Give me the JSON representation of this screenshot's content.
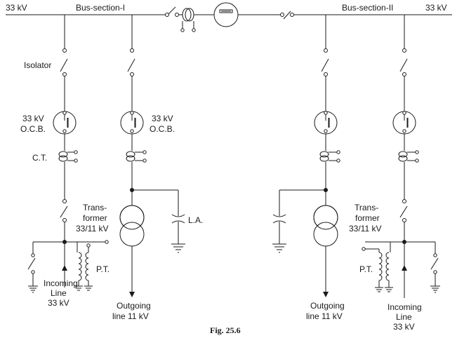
{
  "labels": {
    "bus_voltage_left": "33 kV",
    "bus_voltage_right": "33 kV",
    "bus_section_1": "Bus-section-I",
    "bus_section_2": "Bus-section-II",
    "isolator": "Isolator",
    "ocb_left_line1": "33 kV",
    "ocb_left_line2": "O.C.B.",
    "ocb_center_line1": "33 kV",
    "ocb_center_line2": "O.C.B.",
    "ct": "C.T.",
    "transformer_left_line1": "Trans-",
    "transformer_left_line2": "former",
    "transformer_left_line3": "33/11 kV",
    "transformer_right_line1": "Trans-",
    "transformer_right_line2": "former",
    "transformer_right_line3": "33/11 kV",
    "la": "L.A.",
    "pt_left": "P.T.",
    "pt_right": "P.T.",
    "incoming_left_line1": "Incoming",
    "incoming_left_line2": "Line",
    "incoming_left_line3": "33 kV",
    "incoming_right_line1": "Incoming",
    "incoming_right_line2": "Line",
    "incoming_right_line3": "33 kV",
    "outgoing_left_line1": "Outgoing",
    "outgoing_left_line2": "line 11 kV",
    "outgoing_right_line1": "Outgoing",
    "outgoing_right_line2": "line 11 kV"
  },
  "caption": "Fig. 25.6"
}
